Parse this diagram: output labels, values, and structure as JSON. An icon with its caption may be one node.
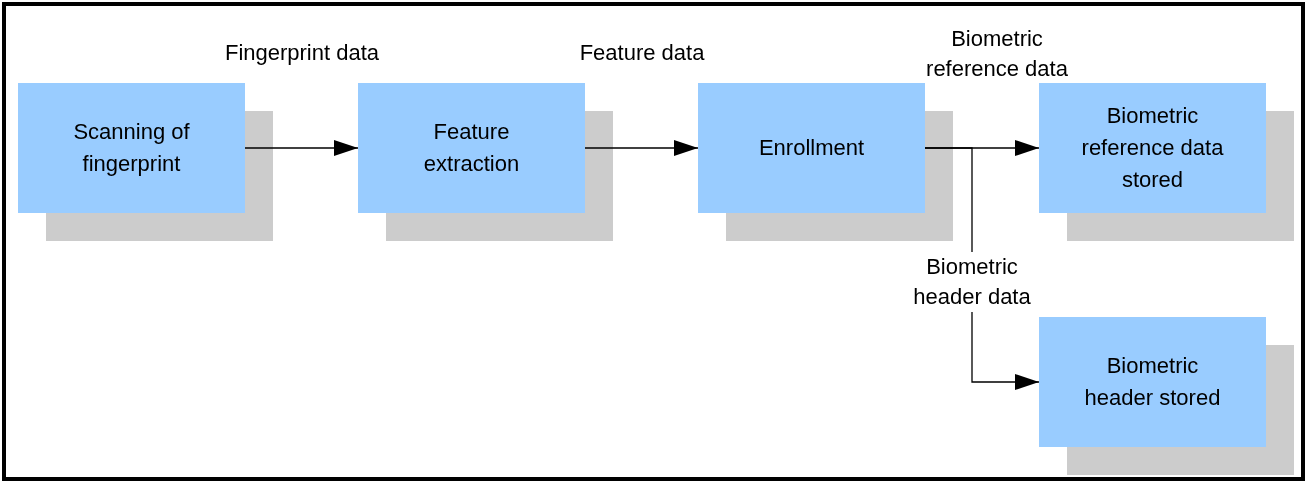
{
  "diagram": {
    "nodes": [
      {
        "text": [
          "Scanning of fingerprint"
        ]
      },
      {
        "text": [
          "Feature extraction"
        ]
      },
      {
        "text": [
          "Enrollment"
        ]
      },
      {
        "text": [
          "Biometric reference data stored"
        ]
      },
      {
        "text": [
          "Biometric header stored"
        ]
      }
    ],
    "edges": [
      {
        "from": 0,
        "to": 1,
        "arrow": "to",
        "label": "Fingerprint data"
      },
      {
        "from": 1,
        "to": 2,
        "arrow": "to",
        "label": "Feature data"
      },
      {
        "from": 2,
        "to": 3,
        "arrow": "to",
        "label": "Biometric reference data"
      },
      {
        "from": 2,
        "to": 4,
        "arrow": "to",
        "label": "Biometric header data"
      }
    ]
  }
}
